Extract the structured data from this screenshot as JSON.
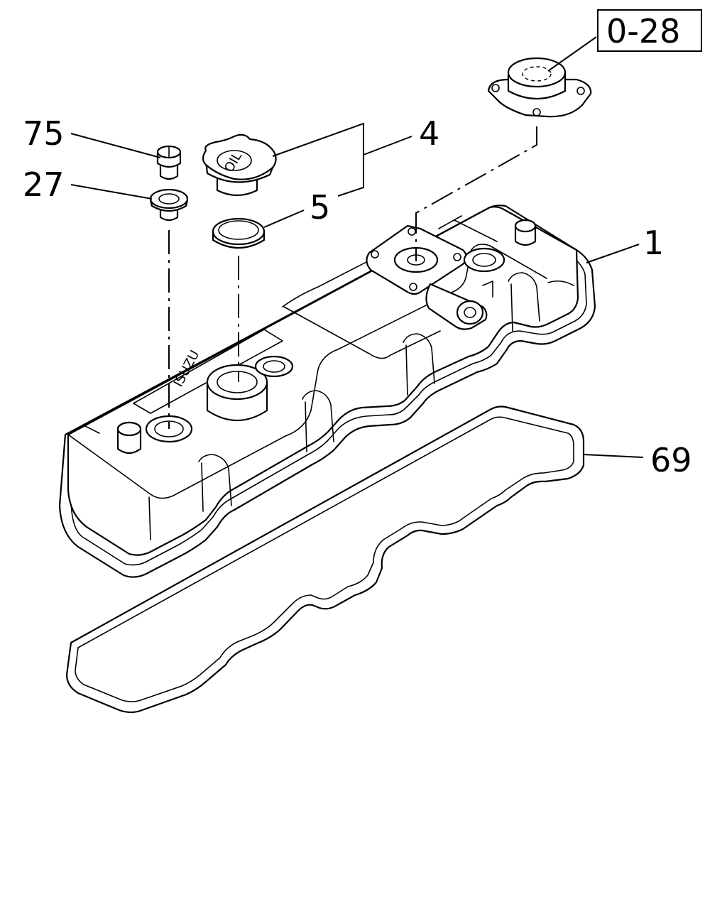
{
  "callouts": {
    "ref": "0-28",
    "c75": "75",
    "c27": "27",
    "c4": "4",
    "c5": "5",
    "c1": "1",
    "c69": "69"
  },
  "cap_text": "OIL",
  "cover_logo": "ISUZU",
  "colors": {
    "line": "#000000",
    "background": "#ffffff"
  }
}
